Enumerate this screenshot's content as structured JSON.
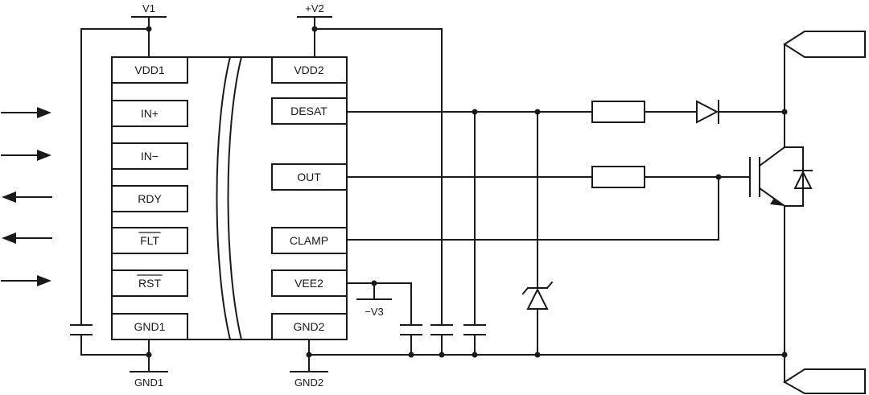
{
  "chip": {
    "left_pins": [
      "VDD1",
      "IN+",
      "IN−",
      "RDY",
      "FLT",
      "RST",
      "GND1"
    ],
    "right_pins": [
      "VDD2",
      "DESAT",
      "OUT",
      "CLAMP",
      "VEE2",
      "GND2"
    ],
    "overlined_pins": [
      "FLT",
      "RST"
    ]
  },
  "supplies": {
    "v1": "V1",
    "v2": "+V2",
    "v3": "−V3",
    "gnd1": "GND1",
    "gnd2": "GND2"
  },
  "signal_arrows": [
    "in",
    "in",
    "out",
    "out",
    "in"
  ],
  "icons": {
    "resistor": "resistor-icon",
    "diode": "diode-icon",
    "zener": "zener-diode-icon",
    "capacitor": "capacitor-icon",
    "igbt": "igbt-icon"
  }
}
